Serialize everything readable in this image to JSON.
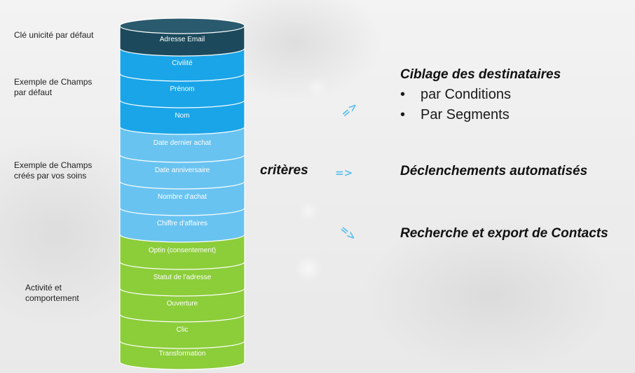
{
  "left_labels": {
    "unicity": "Clé unicité par défaut",
    "default_fields": "Exemple de Champs\npar défaut",
    "custom_fields": "Exemple de Champs\ncréés par vos soins",
    "activity": "Activité et\ncomportement"
  },
  "cylinder": {
    "groups": [
      {
        "name": "unicity",
        "color": "#1c4a5c",
        "fields": [
          "Adresse Email"
        ]
      },
      {
        "name": "default",
        "color": "#1aa5e8",
        "fields": [
          "Civilité",
          "Prénom",
          "Nom"
        ]
      },
      {
        "name": "custom",
        "color": "#69c3f0",
        "fields": [
          "Date dernier achat",
          "Date anniversaire",
          "Nombre d'achat",
          "Chiffre d'affaires"
        ]
      },
      {
        "name": "activity",
        "color": "#8ccd3a",
        "fields": [
          "Optin (consentement)",
          "Statut de l'adresse",
          "Ouverture",
          "Clic",
          "Transformation"
        ]
      }
    ]
  },
  "center": {
    "label": "critères",
    "arrow_right": "=>",
    "arrow_up": "⇗",
    "arrow_down": "⇘"
  },
  "right": {
    "targeting": {
      "title": "Ciblage des destinataires",
      "bullet": "•",
      "items": [
        "par Conditions",
        "Par Segments"
      ]
    },
    "automation": {
      "title": "Déclenchements automatisés"
    },
    "search": {
      "title": "Recherche et export de Contacts"
    }
  }
}
